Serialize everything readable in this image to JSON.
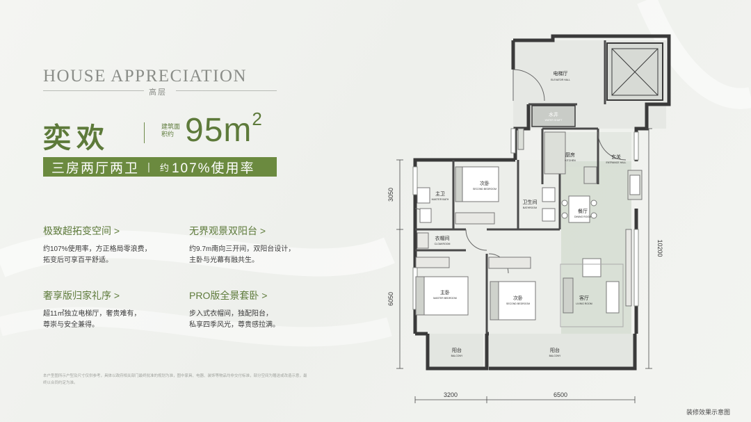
{
  "header": {
    "title_en": "HOUSE APPRECIATION",
    "subtitle": "高层"
  },
  "unit": {
    "name": "奕欢",
    "area_label": "建筑面积约",
    "area_value": "95m",
    "area_sup": "2",
    "layout": "三房两厅两卫",
    "rate_prefix": "约",
    "rate": "107%使用率"
  },
  "features": [
    {
      "title": "极致超拓变空间 >",
      "lines": [
        "约107%使用率，方正格局零浪费，",
        "拓变后可享百平舒适。"
      ]
    },
    {
      "title": "无界观景双阳台 >",
      "lines": [
        "约9.7m南向三开间，双阳台设计，",
        "主卧与光幕有融共生。"
      ]
    },
    {
      "title": "奢享版归家礼序 >",
      "lines": [
        "超11㎡独立电梯厅，奢贵难有，",
        "尊崇与安全兼得。"
      ]
    },
    {
      "title": "PRO版全景套卧 >",
      "lines": [
        "步入式衣帽间，独配阳台，",
        "私享四季风光，尊贵感拉满。"
      ]
    }
  ],
  "fineprint": "本户型图所示户型及尺寸仅供参考，具体以政府相关部门最终批准的规划为准，图中家具、电器、装饰等物品均非交付标准，部分空间为赠送或改造示意，最终以合同约定为准。",
  "plan": {
    "rooms": {
      "elevator_hall": "电梯厅",
      "elevator_hall_en": "ELEVATOR HALL",
      "shaft": "水井",
      "shaft_en": "WATER SHAFT",
      "kitchen": "厨房",
      "kitchen_en": "KITCHEN",
      "entrance": "玄关",
      "entrance_en": "ENTRANCE HALL",
      "second_bedroom": "次卧",
      "second_bedroom_en": "SECOND BEDROOM",
      "master_bath": "主卫",
      "master_bath_en": "MASTER BATH",
      "bathroom": "卫生间",
      "bathroom_en": "BATHROOM",
      "dining": "餐厅",
      "dining_en": "DINING ROOM",
      "cloakroom": "衣帽间",
      "cloakroom_en": "CLOAKROOM",
      "master_bedroom": "主卧",
      "master_bedroom_en": "MASTER BEDROOM",
      "second_bedroom2": "次卧",
      "second_bedroom2_en": "SECOND BEDROOM",
      "living": "客厅",
      "living_en": "LIVING ROOM",
      "balcony1": "阳台",
      "balcony1_en": "BALCONY",
      "balcony2": "阳台",
      "balcony2_en": "BALCONY"
    },
    "dims": {
      "left_top": "3050",
      "left_bottom": "6050",
      "right": "10200",
      "bottom_left": "3200",
      "bottom_right": "6500"
    }
  },
  "caption": "装修效果示意图",
  "colors": {
    "accent": "#5d7a3a",
    "band": "#6b8a3f"
  }
}
